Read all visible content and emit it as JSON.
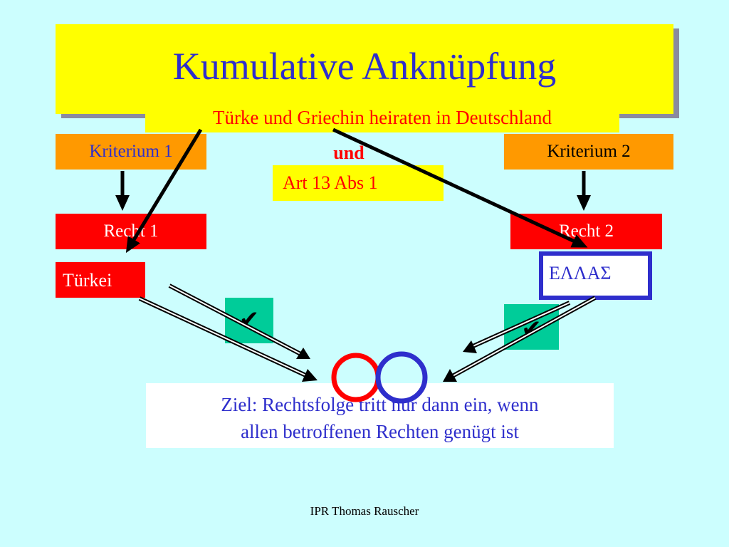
{
  "title": "Kumulative Anknüpfung",
  "subtitle": "Türke und Griechin heiraten in Deutschland",
  "criterion1": "Kriterium 1",
  "criterion2": "Kriterium 2",
  "connector": "und",
  "article": "Art 13 Abs 1",
  "law1": "Recht 1",
  "law2": "Recht 2",
  "country1": "Türkei",
  "country2": "ΕΛΛΑΣ",
  "check_symbol": "✔",
  "goal_line1": "Ziel: Rechtsfolge tritt nur dann ein, wenn",
  "goal_line2": "allen betroffenen Rechten genügt ist",
  "footer": "IPR Thomas Rauscher",
  "colors": {
    "background": "#ccfefe",
    "title_box": "#ffff00",
    "title_text": "#2e2ecc",
    "criterion_box": "#ff9900",
    "law_box": "#ff0000",
    "check_box": "#00cc99",
    "ring_left": "#ff0000",
    "ring_right": "#2e2ecc"
  }
}
